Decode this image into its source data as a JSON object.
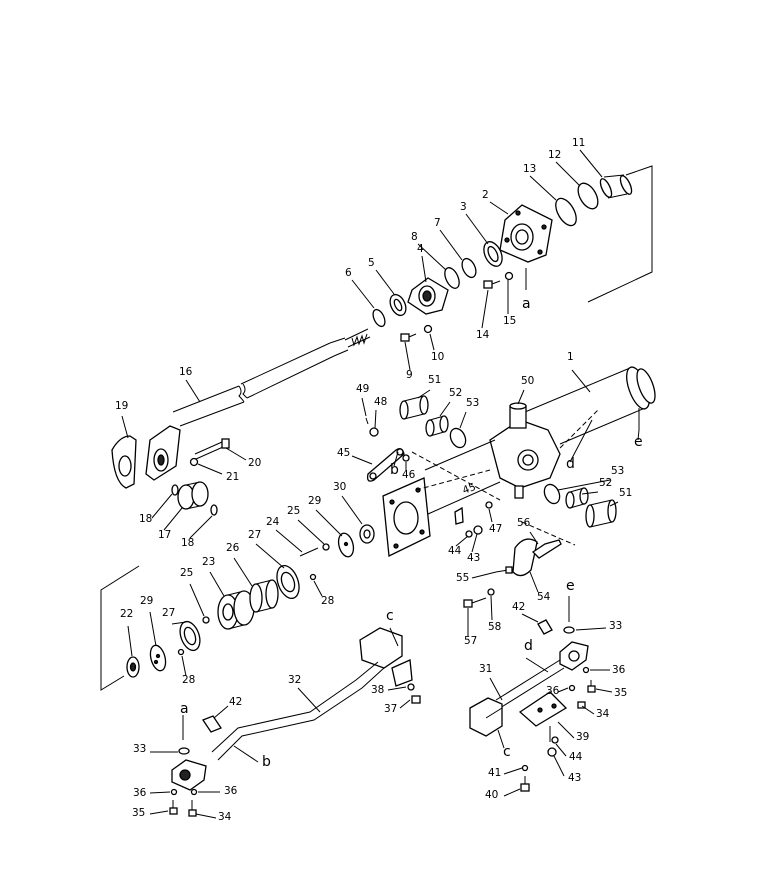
{
  "callout_labels": [
    "1",
    "2",
    "3",
    "4",
    "5",
    "6",
    "7",
    "8",
    "9",
    "10",
    "11",
    "12",
    "13",
    "14",
    "15",
    "16",
    "17",
    "18",
    "18",
    "19",
    "20",
    "21",
    "22",
    "23",
    "24",
    "25",
    "25",
    "26",
    "27",
    "27",
    "28",
    "28",
    "29",
    "29",
    "30",
    "31",
    "32",
    "33",
    "33",
    "34",
    "34",
    "35",
    "35",
    "36",
    "36",
    "36",
    "36",
    "37",
    "38",
    "39",
    "40",
    "41",
    "42",
    "42",
    "43",
    "43",
    "44",
    "44",
    "45",
    "46",
    "47",
    "48",
    "49",
    "50",
    "51",
    "51",
    "52",
    "52",
    "53",
    "53",
    "54",
    "55",
    "56",
    "57",
    "58"
  ],
  "connection_labels": [
    "a",
    "a",
    "b",
    "b",
    "c",
    "c",
    "d",
    "d",
    "e",
    "e"
  ],
  "stamp_text": "45"
}
